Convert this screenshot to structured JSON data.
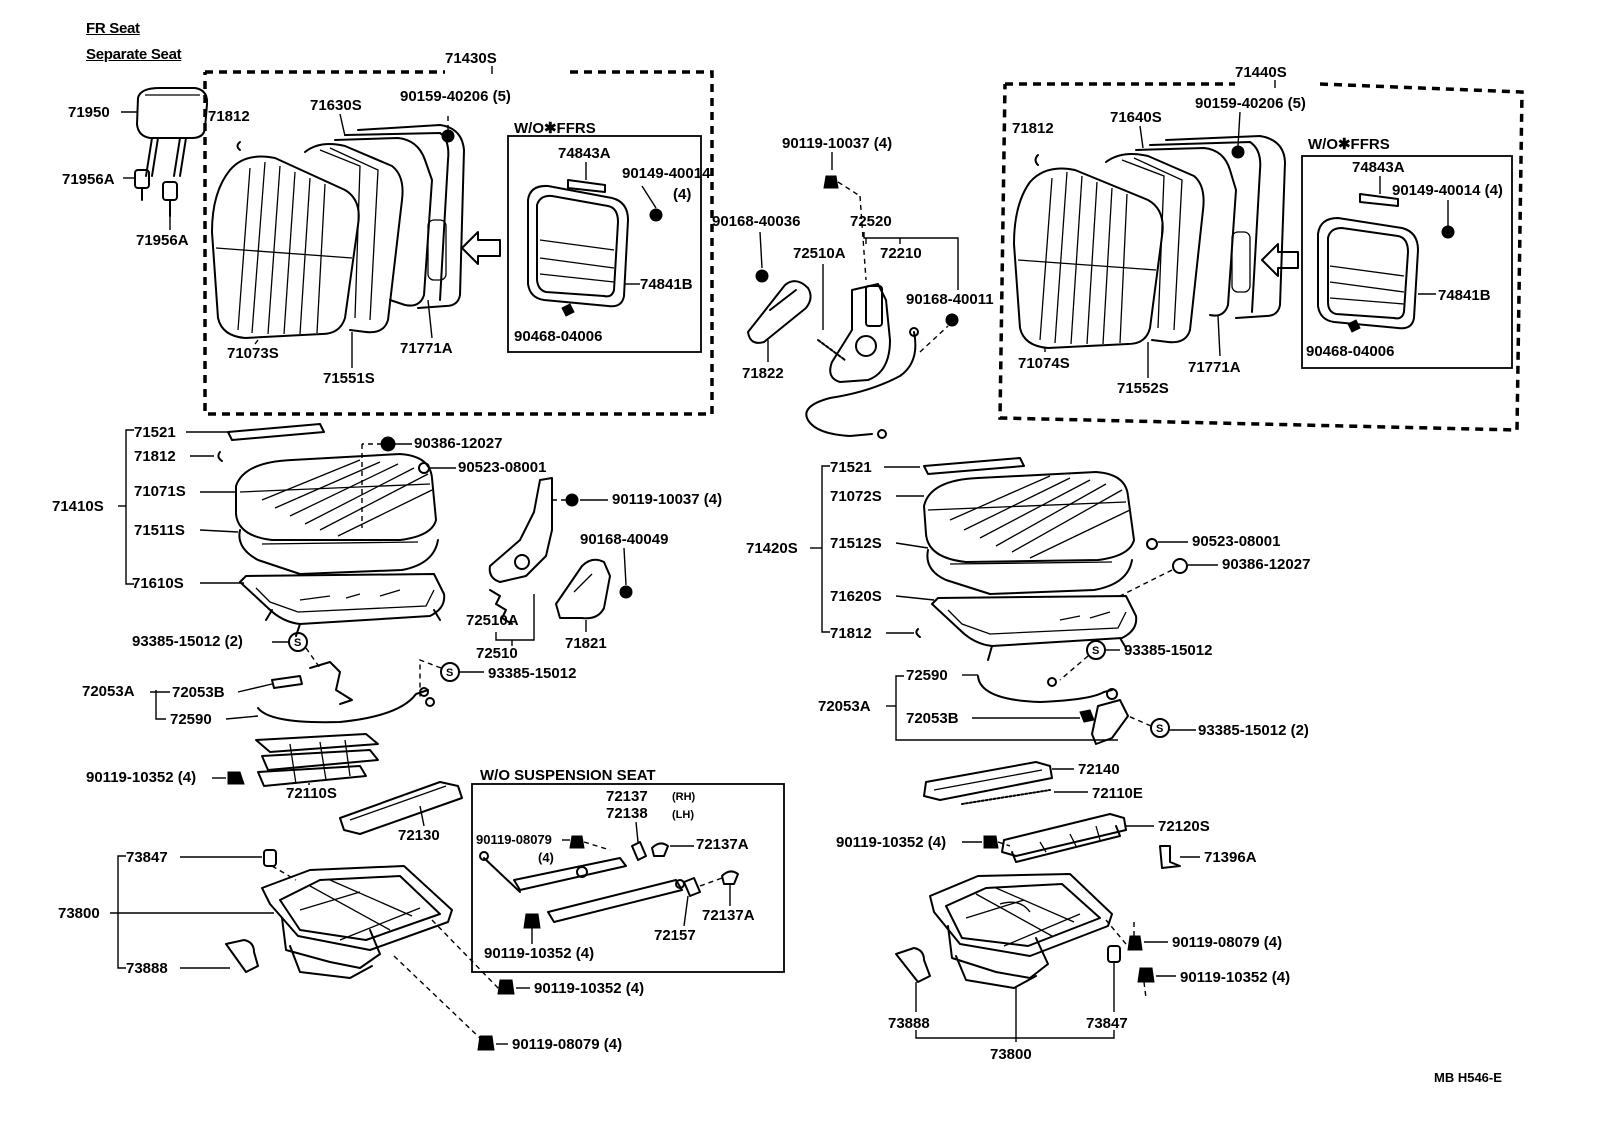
{
  "header": {
    "title": "FR Seat",
    "subtitle": "Separate Seat"
  },
  "groups": {
    "left_back_group": "71430S",
    "right_back_group": "71440S",
    "wo_ffrs_left": "W/O✱FFRS",
    "wo_ffrs_right": "W/O✱FFRS",
    "wo_suspension": "W/O SUSPENSION  SEAT"
  },
  "labels": {
    "p71950": "71950",
    "p71956a_1": "71956A",
    "p71956a_2": "71956A",
    "p71812_l": "71812",
    "p71630s": "71630S",
    "p90159_l": "90159-40206 (5)",
    "p74843a_l": "74843A",
    "p90149_l": "90149-40014",
    "p90149_l_qty": "(4)",
    "p74841b_l": "74841B",
    "p90468_l": "90468-04006",
    "p71073s": "71073S",
    "p71551s": "71551S",
    "p71771a_l": "71771A",
    "p90119_10037_top": "90119-10037 (4)",
    "p90168_40036": "90168-40036",
    "p72520": "72520",
    "p72510a_top": "72510A",
    "p72210": "72210",
    "p90168_40011": "90168-40011",
    "p71822": "71822",
    "p71812_r": "71812",
    "p71640s": "71640S",
    "p90159_r": "90159-40206 (5)",
    "p74843a_r": "74843A",
    "p90149_r": "90149-40014 (4)",
    "p74841b_r": "74841B",
    "p90468_r": "90468-04006",
    "p71074s": "71074S",
    "p71552s": "71552S",
    "p71771a_r": "71771A",
    "p71521_l": "71521",
    "p71812_cl": "71812",
    "p90386_l": "90386-12027",
    "p90523_l": "90523-08001",
    "p71410s": "71410S",
    "p71071s": "71071S",
    "p71511s": "71511S",
    "p71610s": "71610S",
    "p90119_10037_mid": "90119-10037 (4)",
    "p90168_40049": "90168-40049",
    "p72510a_mid": "72510A",
    "p72510": "72510",
    "p71821": "71821",
    "p93385_l2": "93385-15012 (2)",
    "p93385_l1": "93385-15012",
    "p72053a_l": "72053A",
    "p72053b_l": "72053B",
    "p72590_l": "72590",
    "p90119_10352_l": "90119-10352 (4)",
    "p72110s": "72110S",
    "p72130": "72130",
    "p72137_rh": "72137",
    "p72137_rh_tag": "(RH)",
    "p72138_lh": "72138",
    "p72138_lh_tag": "(LH)",
    "p90119_08079_sub": "90119-08079",
    "p90119_08079_sub_qty": "(4)",
    "p72137a_1": "72137A",
    "p72137a_2": "72137A",
    "p72157": "72157",
    "p90119_10352_sub": "90119-10352 (4)",
    "p73847_l": "73847",
    "p73800_l": "73800",
    "p73888_l": "73888",
    "p90119_10352_bl": "90119-10352 (4)",
    "p90119_08079_bl": "90119-08079 (4)",
    "p71521_r": "71521",
    "p71072s": "71072S",
    "p71420s": "71420S",
    "p71512s": "71512S",
    "p71620s": "71620S",
    "p71812_cr": "71812",
    "p90523_r": "90523-08001",
    "p90386_r": "90386-12027",
    "p93385_r1": "93385-15012",
    "p72590_r": "72590",
    "p72053a_r": "72053A",
    "p72053b_r": "72053B",
    "p93385_r2": "93385-15012 (2)",
    "p72140": "72140",
    "p72110e": "72110E",
    "p72120s": "72120S",
    "p90119_10352_r": "90119-10352 (4)",
    "p71396a": "71396A",
    "p90119_08079_r": "90119-08079 (4)",
    "p90119_10352_br": "90119-10352 (4)",
    "p73888_r": "73888",
    "p73847_r": "73847",
    "p73800_r": "73800",
    "s_mark": "S"
  },
  "footer": {
    "code": "MB  H546-E"
  }
}
